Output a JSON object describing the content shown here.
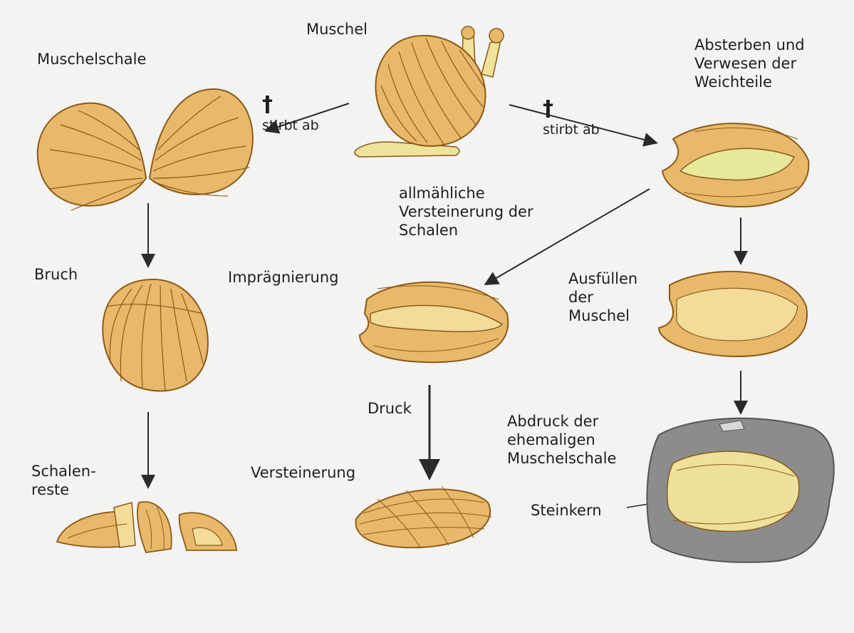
{
  "labels": {
    "muschel": "Muschel",
    "muschelschale": "Muschelschale",
    "stirbt_left": "stirbt ab",
    "stirbt_right": "stirbt ab",
    "cross_symbol": "†",
    "absterben": "Absterben und\nVerwesen der\nWeichteile",
    "allmaehliche": "allmähliche\nVersteinerung der\nSchalen",
    "bruch": "Bruch",
    "impraegnierung": "Imprägnierung",
    "ausfuellen": "Ausfüllen\nder\nMuschel",
    "druck": "Druck",
    "abdruck": "Abdruck der\nehemaligen\nMuschelschale",
    "schalenreste": "Schalen-\nreste",
    "versteinerung": "Versteinerung",
    "steinkern": "Steinkern"
  },
  "colors": {
    "shell_fill": "#e8b96a",
    "shell_stroke": "#8a5a1a",
    "interior_fill": "#f3dc9a",
    "soft_body": "#e6e89a",
    "rock_fill": "#8c8c8c",
    "arrow": "#2a2a2a"
  }
}
